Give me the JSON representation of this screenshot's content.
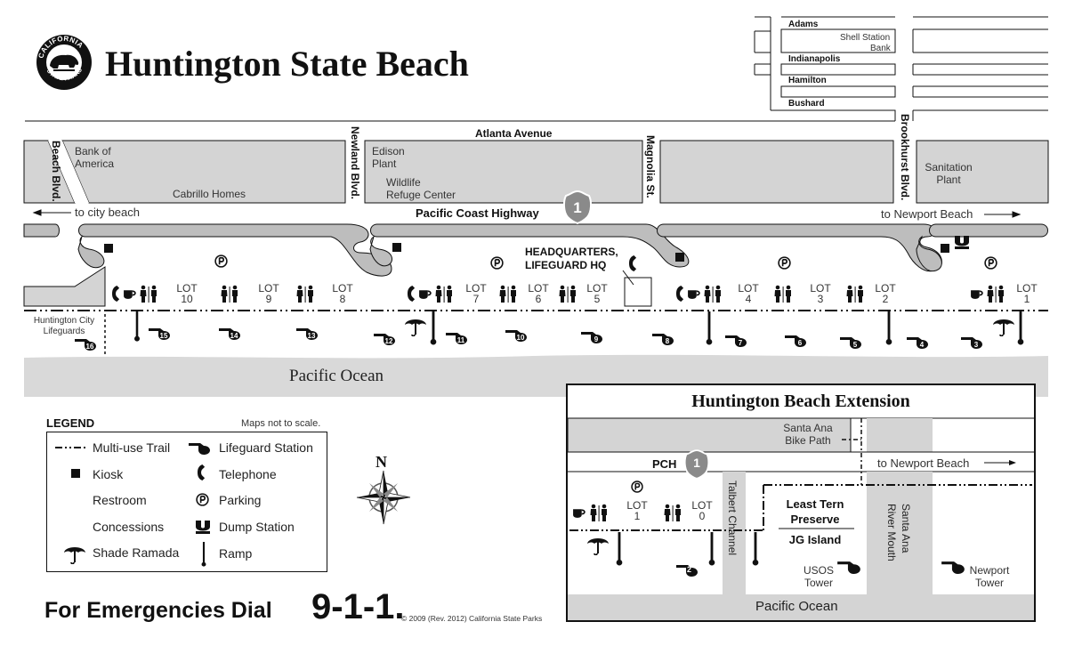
{
  "header": {
    "title": "Huntington State Beach",
    "logo_text": "CALIFORNIA STATE PARKS SINCE 1864"
  },
  "colors": {
    "land": "#d4d4d4",
    "water": "#d9d9d9",
    "road_fill": "#bdbdbd",
    "outline": "#111111",
    "text": "#222222"
  },
  "inset_streets": {
    "adams": "Adams",
    "shell": "Shell Station",
    "bank": "Bank",
    "indianapolis": "Indianapolis",
    "hamilton": "Hamilton",
    "bushard": "Bushard"
  },
  "roads": {
    "atlanta": "Atlanta Avenue",
    "beach_blvd": "Beach Blvd.",
    "newland_blvd": "Newland Blvd.",
    "magnolia": "Magnolia St.",
    "brookhurst": "Brookhurst Blvd.",
    "pch": "Pacific Coast Highway",
    "route": "1",
    "to_city": "to city beach",
    "to_newport": "to Newport Beach"
  },
  "places": {
    "bank_of_america": "Bank of\nAmerica",
    "cabrillo": "Cabrillo Homes",
    "edison": "Edison\nPlant",
    "wildlife": "Wildlife\nRefuge Center",
    "sanitation": "Sanitation\nPlant",
    "hq": "HEADQUARTERS,\nLIFEGUARD HQ",
    "hb_lifeguards": "Huntington City\nLifeguards",
    "ocean": "Pacific Ocean"
  },
  "lots": [
    {
      "label": "LOT",
      "num": "10"
    },
    {
      "label": "LOT",
      "num": "9"
    },
    {
      "label": "LOT",
      "num": "8"
    },
    {
      "label": "LOT",
      "num": "7"
    },
    {
      "label": "LOT",
      "num": "6"
    },
    {
      "label": "LOT",
      "num": "5"
    },
    {
      "label": "LOT",
      "num": "4"
    },
    {
      "label": "LOT",
      "num": "3"
    },
    {
      "label": "LOT",
      "num": "2"
    },
    {
      "label": "LOT",
      "num": "1"
    }
  ],
  "towers": [
    "16",
    "15",
    "14",
    "13",
    "12",
    "11",
    "10",
    "9",
    "8",
    "7",
    "6",
    "5",
    "4",
    "3"
  ],
  "legend": {
    "title": "LEGEND",
    "note": "Maps not to scale.",
    "items": [
      {
        "label": "Multi-use Trail",
        "icon": "trail-icon"
      },
      {
        "label": "Kiosk",
        "icon": "kiosk-icon"
      },
      {
        "label": "Restroom",
        "icon": "restroom-icon"
      },
      {
        "label": "Concessions",
        "icon": "concessions-icon"
      },
      {
        "label": "Shade Ramada",
        "icon": "umbrella-icon"
      },
      {
        "label": "Lifeguard Station",
        "icon": "lifeguard-icon"
      },
      {
        "label": "Telephone",
        "icon": "telephone-icon"
      },
      {
        "label": "Parking",
        "icon": "parking-icon"
      },
      {
        "label": "Dump Station",
        "icon": "dump-station-icon"
      },
      {
        "label": "Ramp",
        "icon": "ramp-icon"
      }
    ]
  },
  "compass": "N",
  "footer": {
    "emergency": "For Emergencies Dial",
    "number": "9-1-1.",
    "copyright": "© 2009 (Rev. 2012) California State Parks"
  },
  "extension": {
    "title": "Huntington Beach Extension",
    "bike_path": "Santa Ana\nBike Path",
    "pch": "PCH",
    "route": "1",
    "to_newport": "to Newport Beach",
    "lot1": "1",
    "lot0": "0",
    "lot_label": "LOT",
    "talbert": "Talbert Channel",
    "least_tern": "Least Tern\nPreserve",
    "jg_island": "JG Island",
    "river_mouth": "Santa Ana\nRiver Mouth",
    "usos": "USOS\nTower",
    "newport_tower": "Newport\nTower",
    "ocean": "Pacific Ocean",
    "tower": "2"
  }
}
